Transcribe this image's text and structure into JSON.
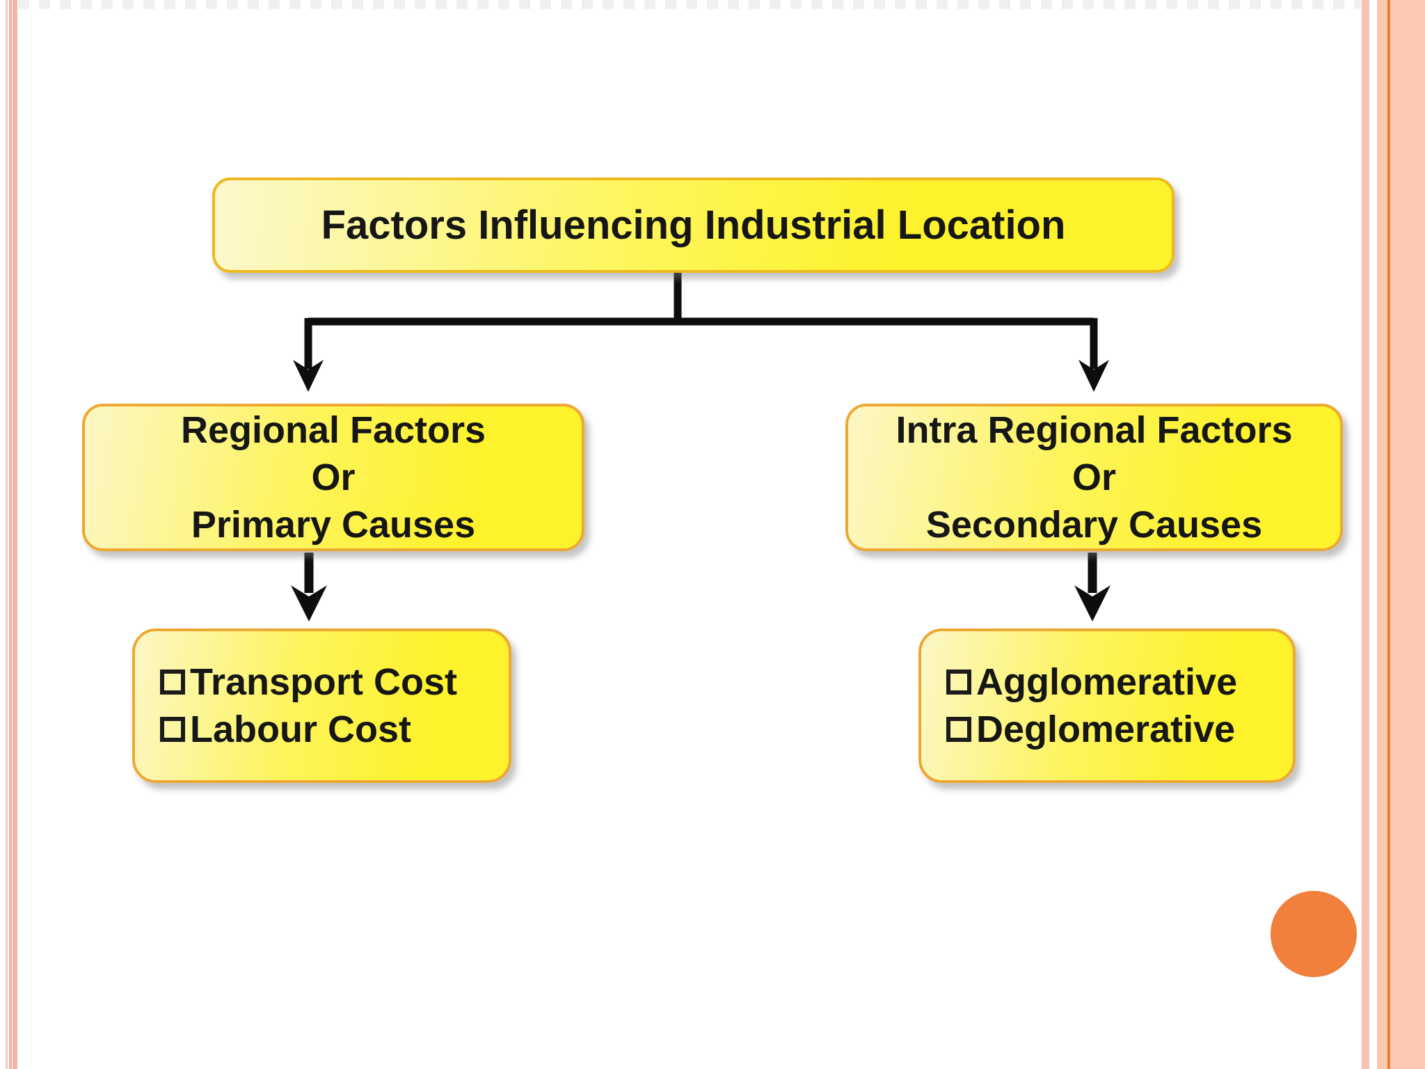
{
  "slide": {
    "background": "#ffffff",
    "border_stripe_color": "#f5b5a4",
    "border_band_color": "#fbc9b3",
    "border_accent_line_color": "#ed7d31",
    "decor_circle_color": "#f0803c"
  },
  "diagram": {
    "connector_color": "#0d0d0d",
    "box_border_gold": "#ecba1e",
    "box_border_orange": "#eda832",
    "box_fill_light": "#fcf7c6",
    "box_fill_strong": "#fdf22b",
    "root": {
      "label": "Factors Influencing Industrial Location"
    },
    "branches": [
      {
        "name": "regional",
        "label_lines": [
          "Regional Factors",
          "Or",
          "Primary Causes"
        ],
        "items": [
          "Transport Cost",
          "Labour Cost"
        ]
      },
      {
        "name": "intra-regional",
        "label_lines": [
          "Intra Regional Factors",
          "Or",
          "Secondary Causes"
        ],
        "items": [
          "Agglomerative",
          "Deglomerative"
        ]
      }
    ]
  }
}
